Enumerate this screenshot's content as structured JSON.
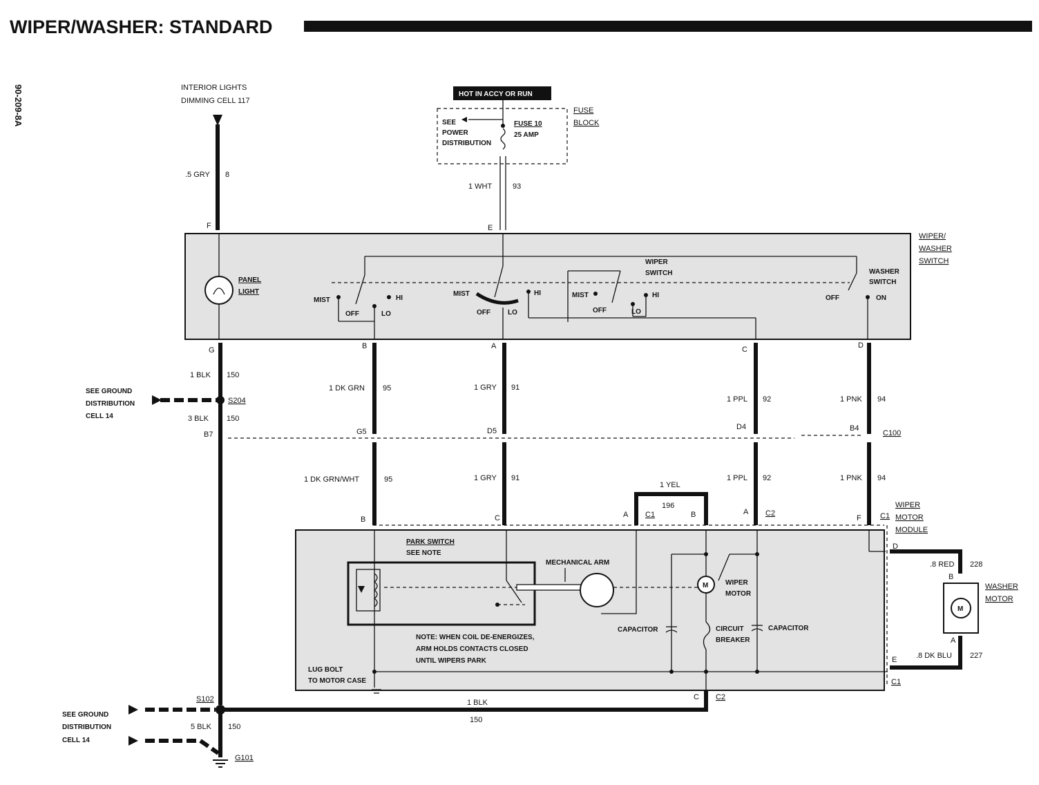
{
  "title": "WIPER/WASHER: STANDARD",
  "page_code": "90-209-8A",
  "feeds": {
    "interior_lights": "INTERIOR LIGHTS",
    "interior_lights_2": "DIMMING CELL 117",
    "hot_in": "HOT IN ACCY OR RUN",
    "see_power_1": "SEE",
    "see_power_2": "POWER",
    "see_power_3": "DISTRIBUTION",
    "fuse_name": "FUSE 10",
    "fuse_rating": "25 AMP",
    "fuse_block_1": "FUSE",
    "fuse_block_2": "BLOCK"
  },
  "ground_refs": {
    "line1": "SEE GROUND",
    "line2": "DISTRIBUTION",
    "line3": "CELL 14"
  },
  "components": {
    "wiper_washer_switch": [
      "WIPER/",
      "WASHER",
      "SWITCH"
    ],
    "panel_light": [
      "PANEL",
      "LIGHT"
    ],
    "wiper_switch": [
      "WIPER",
      "SWITCH"
    ],
    "washer_switch": [
      "WASHER",
      "SWITCH"
    ],
    "wiper_motor_module": [
      "WIPER",
      "MOTOR",
      "MODULE"
    ],
    "washer_motor": [
      "WASHER",
      "MOTOR"
    ],
    "park_switch": [
      "PARK SWITCH",
      "SEE NOTE"
    ],
    "mechanical_arm": "MECHANICAL ARM",
    "wiper_motor": [
      "WIPER",
      "MOTOR"
    ],
    "capacitor": "CAPACITOR",
    "circuit_breaker": [
      "CIRCUIT",
      "BREAKER"
    ],
    "note": [
      "NOTE: WHEN COIL DE-ENERGIZES,",
      "ARM HOLDS CONTACTS CLOSED",
      "UNTIL WIPERS PARK"
    ],
    "lug_bolt": [
      "LUG BOLT",
      "TO MOTOR CASE"
    ],
    "motor_symbol": "M"
  },
  "switch_positions": {
    "mist": "MIST",
    "off": "OFF",
    "lo": "LO",
    "hi": "HI",
    "on": "ON"
  },
  "wires": [
    {
      "size_color": ".5 GRY",
      "circuit": "8"
    },
    {
      "size_color": "1 WHT",
      "circuit": "93"
    },
    {
      "size_color": "1 BLK",
      "circuit": "150"
    },
    {
      "size_color": "3 BLK",
      "circuit": "150"
    },
    {
      "size_color": "1 DK GRN",
      "circuit": "95"
    },
    {
      "size_color": "1 DK GRN/WHT",
      "circuit": "95"
    },
    {
      "size_color": "1 GRY",
      "circuit": "91"
    },
    {
      "size_color": "1 PPL",
      "circuit": "92"
    },
    {
      "size_color": "1 PNK",
      "circuit": "94"
    },
    {
      "size_color": "1 YEL",
      "circuit": "196"
    },
    {
      "size_color": ".8 RED",
      "circuit": "228"
    },
    {
      "size_color": ".8 DK BLU",
      "circuit": "227"
    },
    {
      "size_color": "5 BLK",
      "circuit": "150"
    }
  ],
  "connectors": {
    "s204": "S204",
    "c100": "C100",
    "s102": "S102",
    "g101": "G101",
    "c1": "C1",
    "c2": "C2"
  },
  "pins": {
    "f": "F",
    "e": "E",
    "g": "G",
    "b": "B",
    "a": "A",
    "c": "C",
    "d": "D",
    "b7": "B7",
    "g5": "G5",
    "d5": "D5",
    "d4": "D4",
    "b4": "B4"
  }
}
